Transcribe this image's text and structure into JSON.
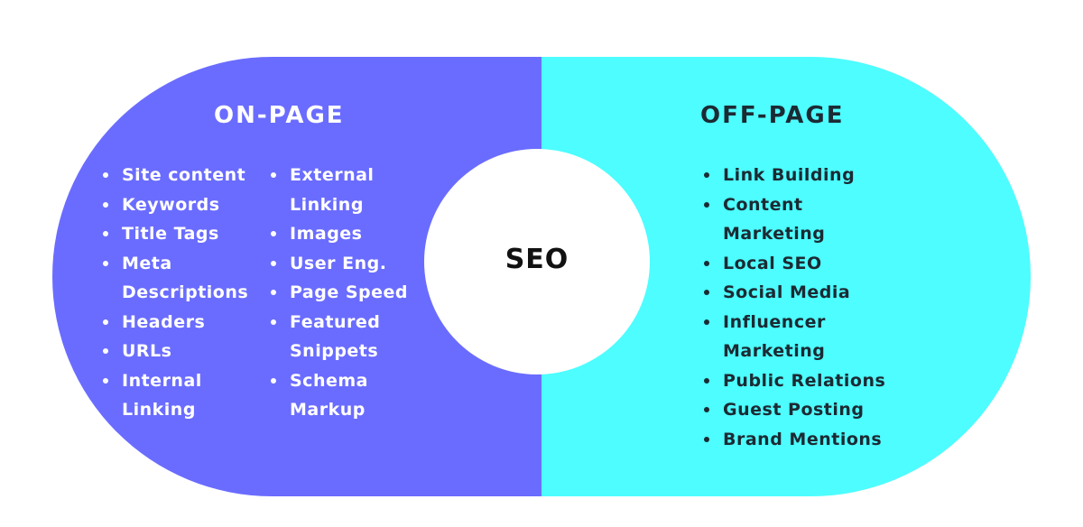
{
  "colors": {
    "on_page_bg": "#6a6cff",
    "off_page_bg": "#4dfdff",
    "center_bg": "#ffffff",
    "on_page_text": "#ffffff",
    "off_page_text": "#1c2a33",
    "center_text": "#111111"
  },
  "on_page": {
    "title": "ON-PAGE",
    "column_1": [
      "Site content",
      "Keywords",
      "Title Tags",
      "Meta Descriptions",
      "Headers",
      "URLs",
      "Internal Linking"
    ],
    "column_2": [
      "External Linking",
      "Images",
      "User Eng.",
      "Page Speed",
      "Featured Snippets",
      "Schema Markup"
    ]
  },
  "off_page": {
    "title": "OFF-PAGE",
    "items": [
      "Link Building",
      "Content Marketing",
      "Local SEO",
      "Social Media",
      "Influencer Marketing",
      "Public Relations",
      "Guest Posting",
      "Brand Mentions"
    ]
  },
  "center": {
    "label": "SEO"
  }
}
